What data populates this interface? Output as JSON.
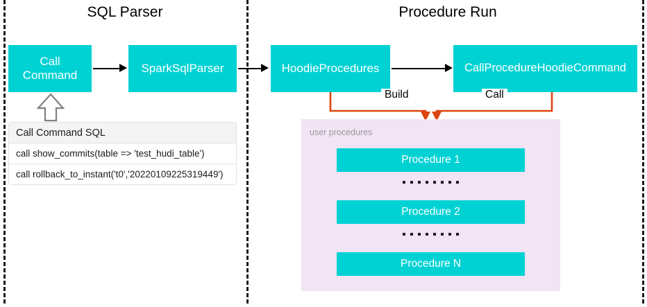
{
  "diagram": {
    "sections": [
      {
        "id": "sql-parser",
        "title": "SQL Parser"
      },
      {
        "id": "procedure-run",
        "title": "Procedure Run"
      }
    ],
    "nodes": {
      "call_command": "Call\nCommand",
      "call_command_line1": "Call",
      "call_command_line2": "Command",
      "spark_sql_parser": "SparkSqlParser",
      "hoodie_procedures": "HoodieProcedures",
      "call_procedure_hoodie_command": "CallProcedureHoodieCommand"
    },
    "connectors": {
      "build_label": "Build",
      "call_label": "Call"
    },
    "sql_table": {
      "header": "Call Command SQL",
      "rows": [
        "call show_commits(table => 'test_hudi_table')",
        "call rollback_to_instant('t0','20220109225319449')"
      ]
    },
    "user_procedures": {
      "label": "user procedures",
      "items": [
        {
          "label": "Procedure 1"
        },
        {
          "label": "Procedure 2"
        },
        {
          "label": "Procedure N"
        }
      ],
      "ellipsis_dot_count": 8
    },
    "colors": {
      "teal_box": "#00d2d3",
      "orange_connector": "#dd4410",
      "purple_panel": "#f2e3f5",
      "divider": "#1a1a1a",
      "arrow_black": "#000000",
      "muted_label": "#9a9a9a",
      "hollow_arrow_outline": "#808080"
    }
  }
}
